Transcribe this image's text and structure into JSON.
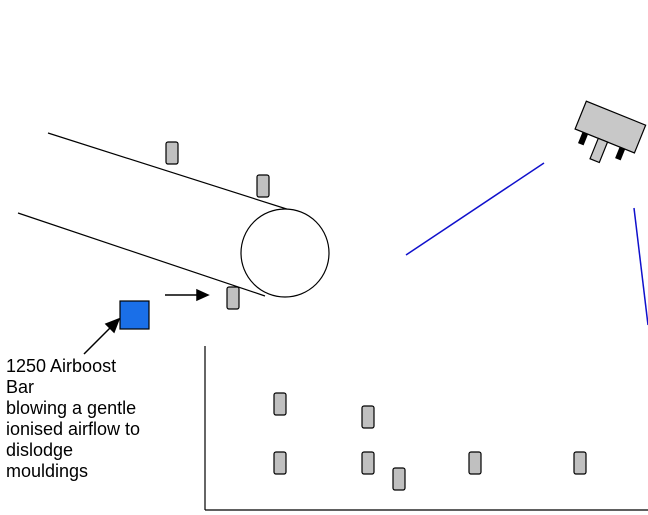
{
  "diagram": {
    "caption_lines": [
      "1250 Airboost",
      "Bar",
      "blowing a gentle",
      "ionised airflow to",
      "dislodge",
      "mouldings"
    ],
    "colors": {
      "line": "#000000",
      "moulding_fill": "#c0c0c0",
      "airboost_fill": "#1a6fe8",
      "ion_lines": "#1010cc",
      "device_fill": "#c8c8c8"
    }
  }
}
